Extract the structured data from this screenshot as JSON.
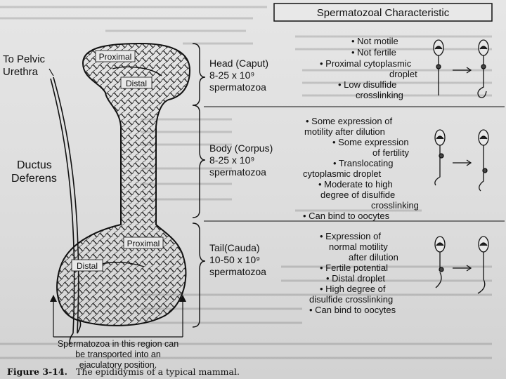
{
  "title_box": {
    "text": "Spermatozoal Characteristic"
  },
  "left_labels": {
    "pelvic_urethra": [
      "To Pelvic",
      "Urethra"
    ],
    "ductus_deferens": [
      "Ductus",
      "Deferens"
    ]
  },
  "regions": {
    "head_proximal": "Proximal",
    "head_distal": "Distal",
    "tail_proximal": "Proximal",
    "tail_distal": "Distal"
  },
  "segments": [
    {
      "name_lines": [
        "Head (Caput)",
        "8-25 x 10⁹",
        "spermatozoa"
      ],
      "traits": [
        [
          "• Not motile"
        ],
        [
          "• Not fertile"
        ],
        [
          "• Proximal cytoplasmic",
          "droplet"
        ],
        [
          "• Low disulfide",
          "crosslinking"
        ]
      ]
    },
    {
      "name_lines": [
        "Body (Corpus)",
        "8-25 x 10⁹",
        "spermatozoa"
      ],
      "traits": [
        [
          "• Some expression of",
          "motility after dilution"
        ],
        [
          "• Some expression",
          "of fertility"
        ],
        [
          "• Translocating",
          "cytoplasmic droplet"
        ],
        [
          "• Moderate to high",
          "degree of disulfide",
          "crosslinking"
        ],
        [
          "• Can bind to oocytes"
        ]
      ]
    },
    {
      "name_lines": [
        "Tail(Cauda)",
        "10-50 x 10⁹",
        "spermatozoa"
      ],
      "traits": [
        [
          "• Expression of",
          "normal motility",
          "after dilution"
        ],
        [
          "• Fertile potential"
        ],
        [
          "• Distal droplet"
        ],
        [
          "• High degree of",
          "disulfide crosslinking"
        ],
        [
          "• Can bind to oocytes"
        ]
      ]
    }
  ],
  "note": [
    "Spermatozoa in this region can",
    "be transported into an",
    "ejaculatory position."
  ],
  "caption": {
    "label": "Figure 3-14.",
    "text": "The epididymis of a typical mammal."
  },
  "colors": {
    "ink": "#111111",
    "paper": "#dcdcdc",
    "shade": "#bdbdbd"
  }
}
